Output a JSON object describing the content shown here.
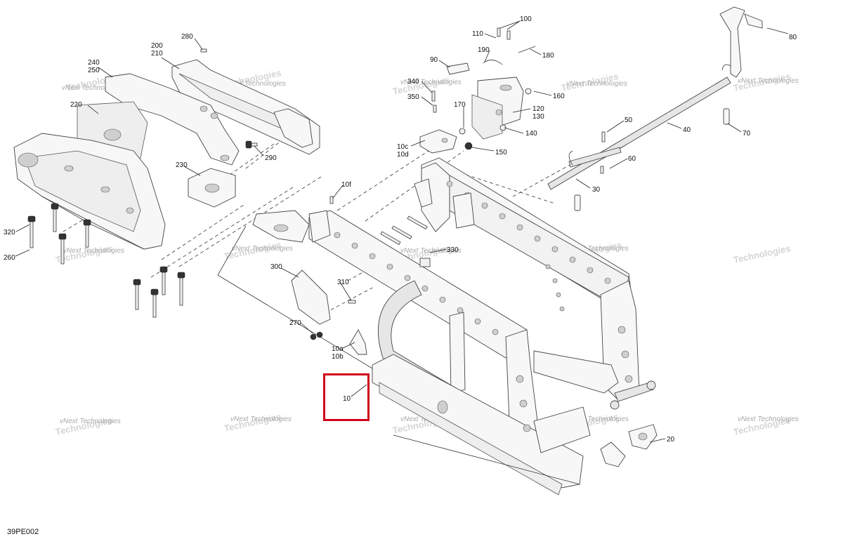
{
  "diagram_code": "39PE002",
  "watermark": {
    "line1": "vNext",
    "line2": "Technologies",
    "inline": "vNext Technologies"
  },
  "highlight": {
    "part": "10",
    "color": "#d0021b"
  },
  "callouts": {
    "c100": "100",
    "c110": "110",
    "c80": "80",
    "c190": "190",
    "c180": "180",
    "c90": "90",
    "c340": "340",
    "c350": "350",
    "c160": "160",
    "c120": "120",
    "c130": "130",
    "c170": "170",
    "c140": "140",
    "c10c": "10c",
    "c10d": "10d",
    "c150": "150",
    "c50": "50",
    "c60": "60",
    "c40": "40",
    "c70": "70",
    "c30": "30",
    "c200": "200",
    "c210": "210",
    "c280": "280",
    "c240": "240",
    "c250": "250",
    "c220": "220",
    "c290": "290",
    "c230": "230",
    "c10f": "10f",
    "c320": "320",
    "c260": "260",
    "c330": "330",
    "c300": "300",
    "c310": "310",
    "c270": "270",
    "c10a": "10a",
    "c10b": "10b",
    "c10": "10",
    "c20": "20"
  }
}
